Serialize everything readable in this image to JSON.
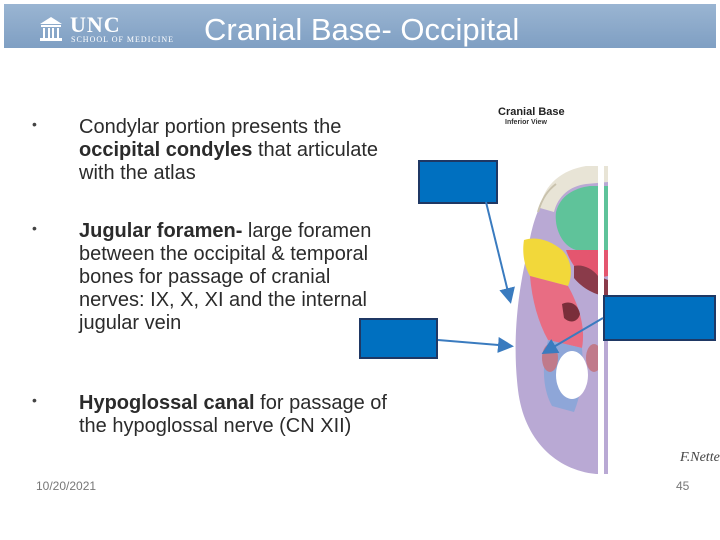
{
  "header": {
    "logo_name": "UNC",
    "logo_subtitle": "SCHOOL OF MEDICINE",
    "title": "Cranial Base- Occipital"
  },
  "bullets": [
    {
      "pre": "Condylar portion presents the ",
      "bold": "occipital condyles",
      "post": " that articulate with the atlas"
    },
    {
      "pre": "",
      "bold": "Jugular foramen-",
      "post": " large foramen between the occipital & temporal bones for passage of cranial nerves: IX, X, XI and the internal jugular vein"
    },
    {
      "pre": "",
      "bold": "Hypoglossal canal",
      "post": " for passage of the hypoglossal nerve (CN XII)"
    }
  ],
  "figure": {
    "title": "Cranial Base",
    "subtitle": "Inferior View",
    "signature": "F.Netter"
  },
  "label_boxes": {
    "color": "#0070c0",
    "border_color": "#1f3864",
    "count": 3
  },
  "footer": {
    "date": "10/20/2021",
    "page_number": "45"
  }
}
